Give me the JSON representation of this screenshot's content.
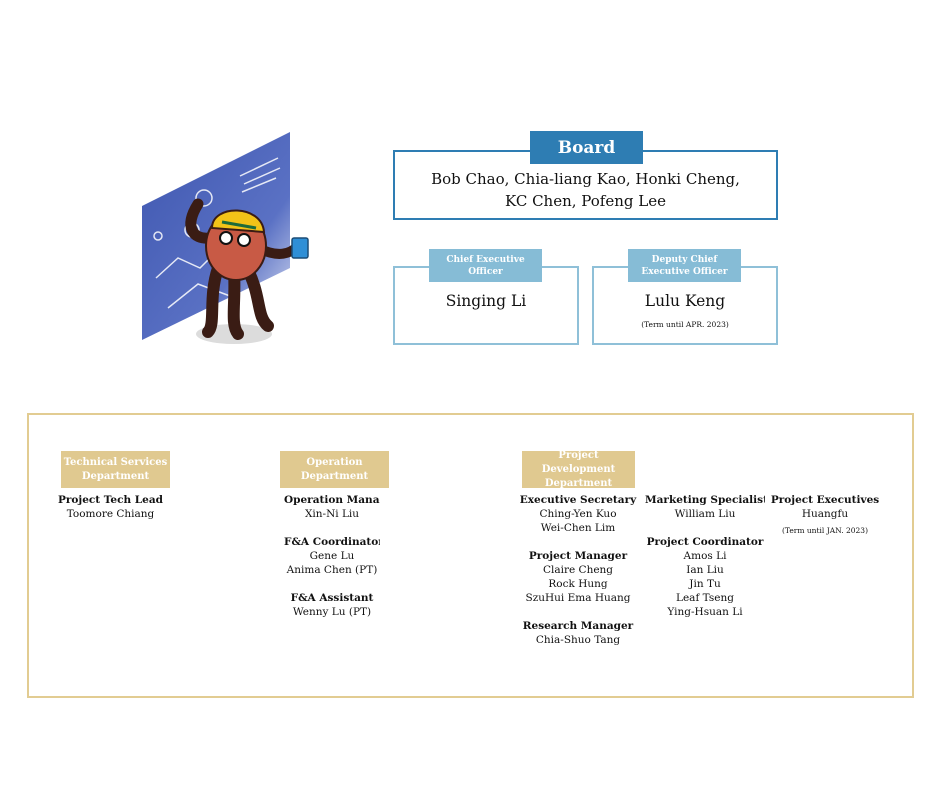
{
  "board": {
    "title": "Board",
    "members_line1": "Bob Chao, Chia-liang Kao, Honki Cheng,",
    "members_line2": "KC Chen, Pofeng Lee"
  },
  "officers": [
    {
      "title_line1": "Chief Executive",
      "title_line2": "Officer",
      "name": "Singing Li",
      "note": ""
    },
    {
      "title_line1": "Deputy Chief",
      "title_line2": "Executive Officer",
      "name": "Lulu Keng",
      "note": "(Term until APR. 2023)"
    }
  ],
  "departments": {
    "technical": {
      "label_line1": "Technical Services",
      "label_line2": "Department",
      "tech_lead_role": "Project Tech Lead",
      "tech_lead_name": "Toomore Chiang"
    },
    "operation": {
      "label_line1": "Operation",
      "label_line2": "Department",
      "manager_role": "Operation Manager",
      "manager_name": "Xin-Ni Liu",
      "fa_coord_role": "F&A Coordinator",
      "fa_coord_names": [
        "Gene Lu",
        "Anima Chen (PT)"
      ],
      "fa_asst_role": "F&A Assistant",
      "fa_asst_name": "Wenny Lu (PT)"
    },
    "project_dev": {
      "label_line1": "Project Development",
      "label_line2": "Department",
      "exec_sec_role": "Executive Secretary",
      "exec_sec_names": [
        "Ching-Yen Kuo",
        "Wei-Chen Lim"
      ],
      "pm_role": "Project Manager",
      "pm_names": [
        "Claire Cheng",
        "Rock Hung",
        "SzuHui Ema Huang"
      ],
      "rm_role": "Research Manager",
      "rm_name": "Chia-Shuo Tang",
      "mkt_role": "Marketing Specialist",
      "mkt_name": "William Liu",
      "pc_role": "Project Coordinator",
      "pc_names": [
        "Amos Li",
        "Ian Liu",
        "Jin Tu",
        "Leaf Tseng",
        "Ying-Hsuan Li"
      ],
      "pe_role": "Project Executives",
      "pe_name": "Huangfu",
      "pe_note": "(Term until JAN. 2023)"
    }
  },
  "colors": {
    "board_blue": "#2e7db3",
    "officer_blue": "#86bcd6",
    "dept_gold": "#e0c990"
  }
}
